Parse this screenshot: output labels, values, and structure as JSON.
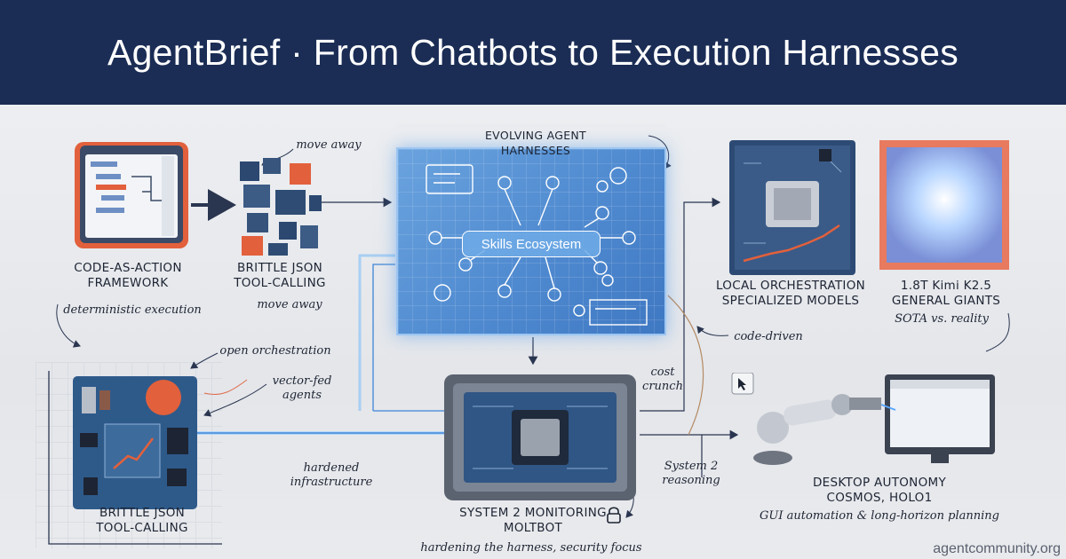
{
  "header": {
    "title": "AgentBrief · From Chatbots to Execution Harnesses"
  },
  "colors": {
    "header_bg": "#1b2d55",
    "accent_orange": "#e2603c",
    "accent_blue": "#4f8ad0",
    "ink": "#1d2433"
  },
  "blueprint": {
    "title": "EVOLVING AGENT HARNESSES",
    "center_label": "Skills Ecosystem"
  },
  "labels": {
    "code_as_action": [
      "CODE-AS-ACTION",
      "FRAMEWORK"
    ],
    "brittle_json_top": [
      "BRITTLE JSON",
      "TOOL-CALLING"
    ],
    "local_orchestration": [
      "LOCAL ORCHESTRATION",
      "SPECIALIZED MODELS"
    ],
    "general_giants": [
      "1.8T Kimi K2.5",
      "GENERAL GIANTS"
    ],
    "brittle_json_bottom": [
      "BRITTLE JSON",
      "TOOL-CALLING"
    ],
    "system2": [
      "SYSTEM 2 MONITORING",
      "MOLTBOT"
    ],
    "desktop": [
      "DESKTOP AUTONOMY",
      "COSMOS, HOLO1"
    ]
  },
  "notes": {
    "move_away_top": "move away",
    "deterministic": "deterministic execution",
    "move_away_mid": "move away",
    "sota": "SOTA vs. reality",
    "code_driven": "code-driven",
    "cost_crunch": [
      "cost",
      "crunch"
    ],
    "open_orchestration": "open orchestration",
    "vector_fed": [
      "vector-fed",
      "agents"
    ],
    "hardened": [
      "hardened",
      "infrastructure"
    ],
    "system2_reasoning": [
      "System 2",
      "reasoning"
    ],
    "hardening": "hardening the harness, security focus",
    "gui": "GUI automation & long-horizon planning"
  },
  "footer": {
    "url": "agentcommunity.org"
  }
}
